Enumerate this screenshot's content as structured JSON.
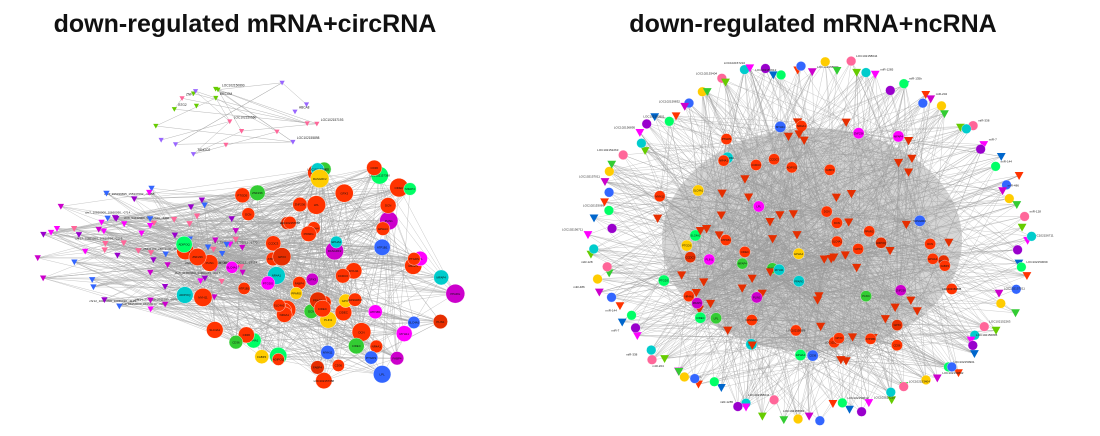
{
  "figure": {
    "left_panel": {
      "title": "down-regulated mRNA+circRNA",
      "node_colors": [
        "#ff3300",
        "#e62e00",
        "#ff00ff",
        "#cc00cc",
        "#9900cc",
        "#00ff66",
        "#33cc33",
        "#00cccc",
        "#3366ff",
        "#ffcc00",
        "#9966ff",
        "#66cc00",
        "#ff6699",
        "#cccc00",
        "#009999"
      ],
      "edge_color": "#a6a6a6",
      "hub_label_samples": [
        "LOC102157388",
        "ATP1B1",
        "ZNF236",
        "RASGRF2",
        "NR4A1",
        "SLC4A1",
        "CCDC3",
        "PLIN1",
        "EPHA4",
        "MYH11",
        "DCN",
        "GPX3",
        "MFAP4",
        "PTGDS",
        "CD36",
        "FABP4",
        "ADIPOQ",
        "LPL",
        "CIDEC",
        "PPARG"
      ],
      "circ_label_samples": [
        "chr4_155339695_155337692_-10658",
        "chr1_205900000_205900012_-23174",
        "chr8_18160000_18170000_-0041",
        "chr17_10655550_10655599_-0173",
        "chr2_25631100_25631140_-0289",
        "chr7_10660000_10660090_-0714",
        "chr1_32770000_32770012_-1770",
        "chr3_88150000_88150033_-0052",
        "chr9_54432000_54432040_-4402",
        "chr12_10055000_10055020_-1125",
        "chr5_61900000_61900040_-0617",
        "chr14_2311100_2311180_-0078"
      ],
      "isolated_gene_labels": [
        "LOC102155898",
        "LOC102150890",
        "LOC102157193",
        "TANGO2",
        "MECOM",
        "ZNF3",
        "ABCA8",
        "BTG2",
        "LOC102150560"
      ]
    },
    "right_panel": {
      "title": "down-regulated mRNA+ncRNA",
      "node_colors": [
        "#ff3300",
        "#e62e00",
        "#ff00ff",
        "#cc00cc",
        "#9900cc",
        "#00ff66",
        "#33cc33",
        "#00cccc",
        "#3366ff",
        "#ffcc00",
        "#9966ff",
        "#66cc00",
        "#ff6699",
        "#cccc00",
        "#0066cc"
      ],
      "edge_color": "#9a9a9a",
      "hub_label_samples": [
        "LOC102150888",
        "ATP1B1",
        "ZNF236",
        "SLC4A1",
        "RASGRF2",
        "NR4A1",
        "CCDC3",
        "PLIN1",
        "EPHA4",
        "MYH11",
        "DCN",
        "GPX3",
        "MFAP4",
        "PTGDS",
        "CD36",
        "FABP4",
        "ADIPOQ",
        "LPL",
        "CIDEC",
        "PPARG"
      ],
      "outer_label_samples": [
        "LOC102156711",
        "LOC102153069",
        "LOC102157011",
        "LOC102152263",
        "LOC102156895",
        "LOC102150901",
        "LOC102159832",
        "LOC102153404",
        "LOC102157210",
        "LOC102150612",
        "LOC102155583",
        "LOC102158044",
        "miR-1285",
        "miR-135b",
        "miR-204",
        "miR-338",
        "miR-7",
        "miR-144",
        "miR-486",
        "miR-128"
      ]
    }
  }
}
